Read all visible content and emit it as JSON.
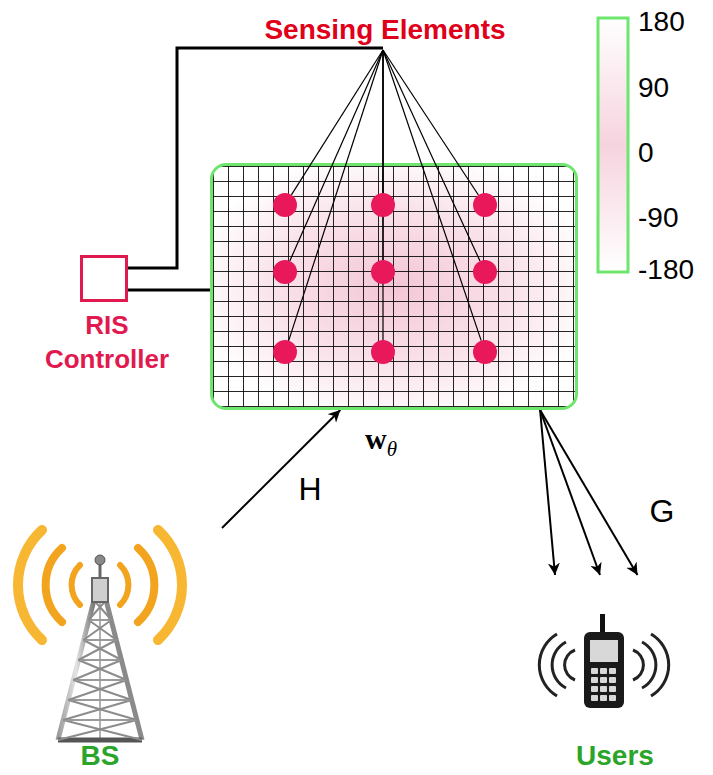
{
  "diagram": {
    "nodes": [
      {
        "text": [
          "wθ"
        ]
      },
      {
        "text": [
          "RIS Controller"
        ]
      },
      {
        "text": [
          "BS"
        ]
      },
      {
        "text": [
          "Users"
        ]
      }
    ],
    "edges": [
      {
        "from": 1,
        "to": 0,
        "arrow": "none"
      },
      {
        "from": 2,
        "to": 0,
        "label": "H",
        "arrow": "to"
      },
      {
        "from": 0,
        "to": 3,
        "arrow": "to"
      },
      {
        "from": 0,
        "to": 3,
        "arrow": "to"
      },
      {
        "from": 0,
        "to": 3,
        "label": "G",
        "arrow": "to"
      }
    ],
    "labels": [
      "Sensing Elements",
      "180",
      "90",
      "0",
      "-90",
      "-180"
    ]
  }
}
